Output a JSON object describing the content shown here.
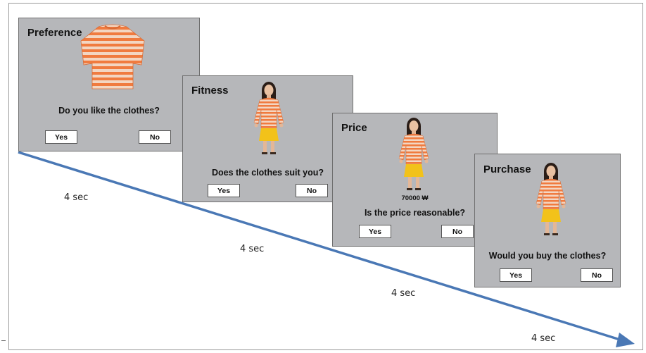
{
  "panels": {
    "preference": {
      "title": "Preference",
      "question": "Do you like the clothes?",
      "yes": "Yes",
      "no": "No"
    },
    "fitness": {
      "title": "Fitness",
      "question": "Does the clothes suit you?",
      "yes": "Yes",
      "no": "No"
    },
    "price": {
      "title": "Price",
      "price_label": "70000 ₩",
      "question": "Is the price reasonable?",
      "yes": "Yes",
      "no": "No"
    },
    "purchase": {
      "title": "Purchase",
      "question": "Would you buy the clothes?",
      "yes": "Yes",
      "no": "No"
    }
  },
  "timeline": {
    "intervals": [
      "4 sec",
      "4 sec",
      "4 sec",
      "4 sec"
    ],
    "arrow_color": "#4a78b5"
  },
  "colors": {
    "panel_bg": "#b6b7ba",
    "stripe_orange": "#f07b3f",
    "stripe_light": "#f3d6c2",
    "skirt_yellow": "#f2c21a"
  },
  "icons": [
    "striped-shirt-image",
    "model-image"
  ]
}
